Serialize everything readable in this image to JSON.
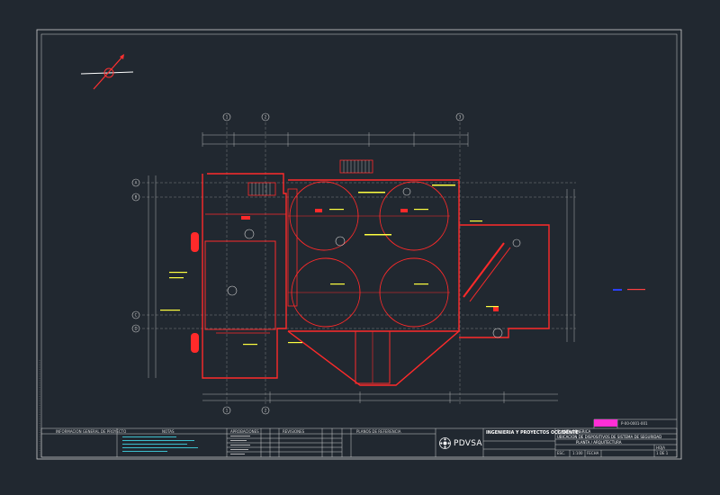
{
  "drawing": {
    "grid_top": [
      "1",
      "2",
      "3"
    ],
    "grid_bottom": [
      "1",
      "2"
    ],
    "grid_left": [
      "A",
      "B",
      "C",
      "D"
    ],
    "colors": {
      "background": "#212830",
      "walls": "#ff2a2a",
      "dimensions": "#d8d8d8",
      "annotations": "#ffff40",
      "cyan_text": "#3fd0e0",
      "magenta": "#ff2fd6",
      "blue_symbol": "#2a40ff"
    },
    "north_arrow_icon": "north-arrow-icon"
  },
  "title_block": {
    "logo_text": "PDVSA",
    "company": "INGENIERIA Y PROYECTOS OCCIDENTE",
    "plant_name": "PLANTA GENERICA",
    "drawing_title": "UBICACION DE DISPOSITIVOS DE SISTEMA DE SEGURIDAD",
    "sheet_type": "PLANTA / ARQUITECTURA",
    "doc_code": "P-00-0001-001",
    "scale_label": "ESC.",
    "scale_value": "1:100",
    "date_label": "FECHA",
    "sheet_label": "HOJA",
    "sheet_value": "1 DE 1",
    "notes_header": "NOTAS",
    "ref_header": "PLANOS DE REFERENCIA",
    "rev_header": "REVISIONES",
    "approval_header": "APROBACIONES",
    "info_header": "INFORMACION GENERAL DE PROYECTO"
  }
}
